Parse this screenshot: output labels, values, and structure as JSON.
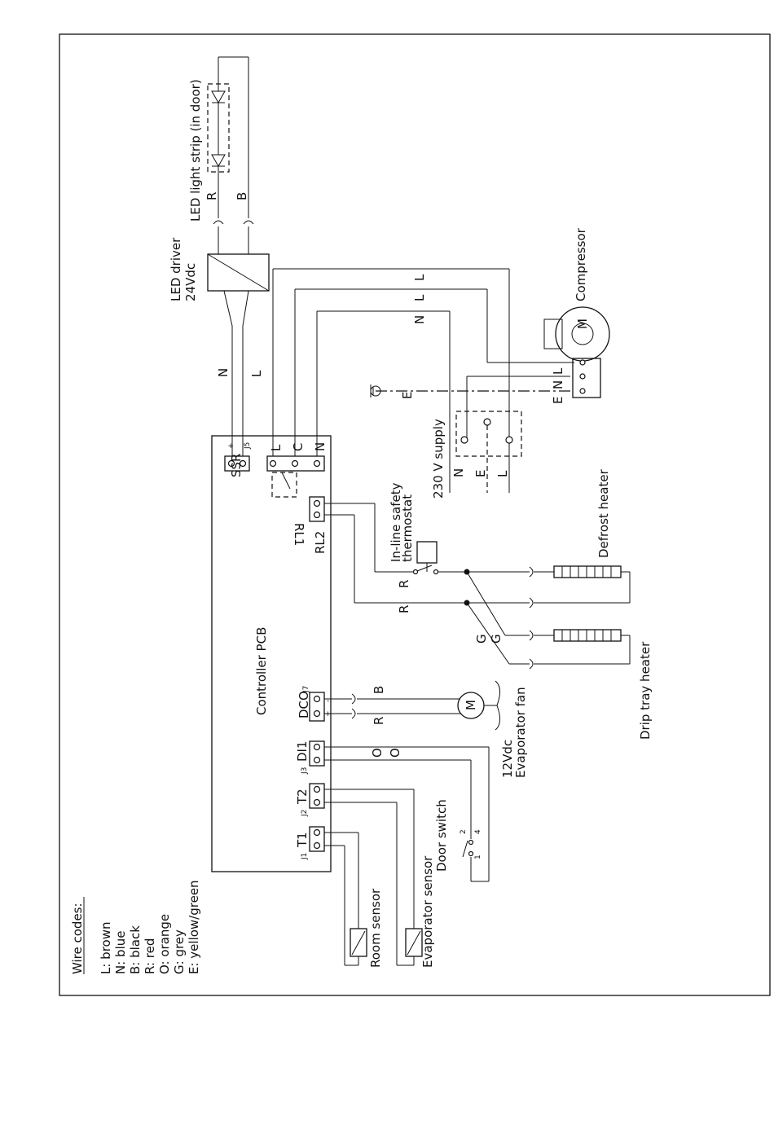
{
  "wire_codes": {
    "title": "Wire codes:",
    "entries": [
      "L: brown",
      "N: blue",
      "B: black",
      "R: red",
      "O: orange",
      "G: grey",
      "E: yellow/green"
    ]
  },
  "components": {
    "led_strip": "LED light strip (in door)",
    "led_driver_line1": "LED driver",
    "led_driver_line2": "24Vdc",
    "compressor": "Compressor",
    "supply": "230 V supply",
    "safety_thermostat_line1": "In-line safety",
    "safety_thermostat_line2": "thermostat",
    "defrost_heater": "Defrost heater",
    "drip_tray_heater": "Drip tray heater",
    "controller_pcb": "Controller PCB",
    "evaporator_fan_line1": "12Vdc",
    "evaporator_fan_line2": "Evaporator fan",
    "door_switch": "Door switch",
    "evaporator_sensor": "Evaporator sensor",
    "room_sensor": "Room sensor",
    "motor_symbol": "M"
  },
  "terminals": {
    "ssr": "SSR",
    "rl1": "RL1",
    "rl2": "RL2",
    "dco": "DCO",
    "di1": "DI1",
    "t2": "T2",
    "t1": "T1",
    "l": "L",
    "c": "C",
    "n": "N",
    "j1": "J1",
    "j2": "J2",
    "j3": "J3",
    "j7": "J7",
    "j5": "J5"
  },
  "wire_labels": {
    "R": "R",
    "B": "B",
    "N": "N",
    "L": "L",
    "E": "E",
    "G": "G",
    "O": "O",
    "plus": "+",
    "minus": "-",
    "one": "1",
    "two": "2",
    "four": "4"
  }
}
